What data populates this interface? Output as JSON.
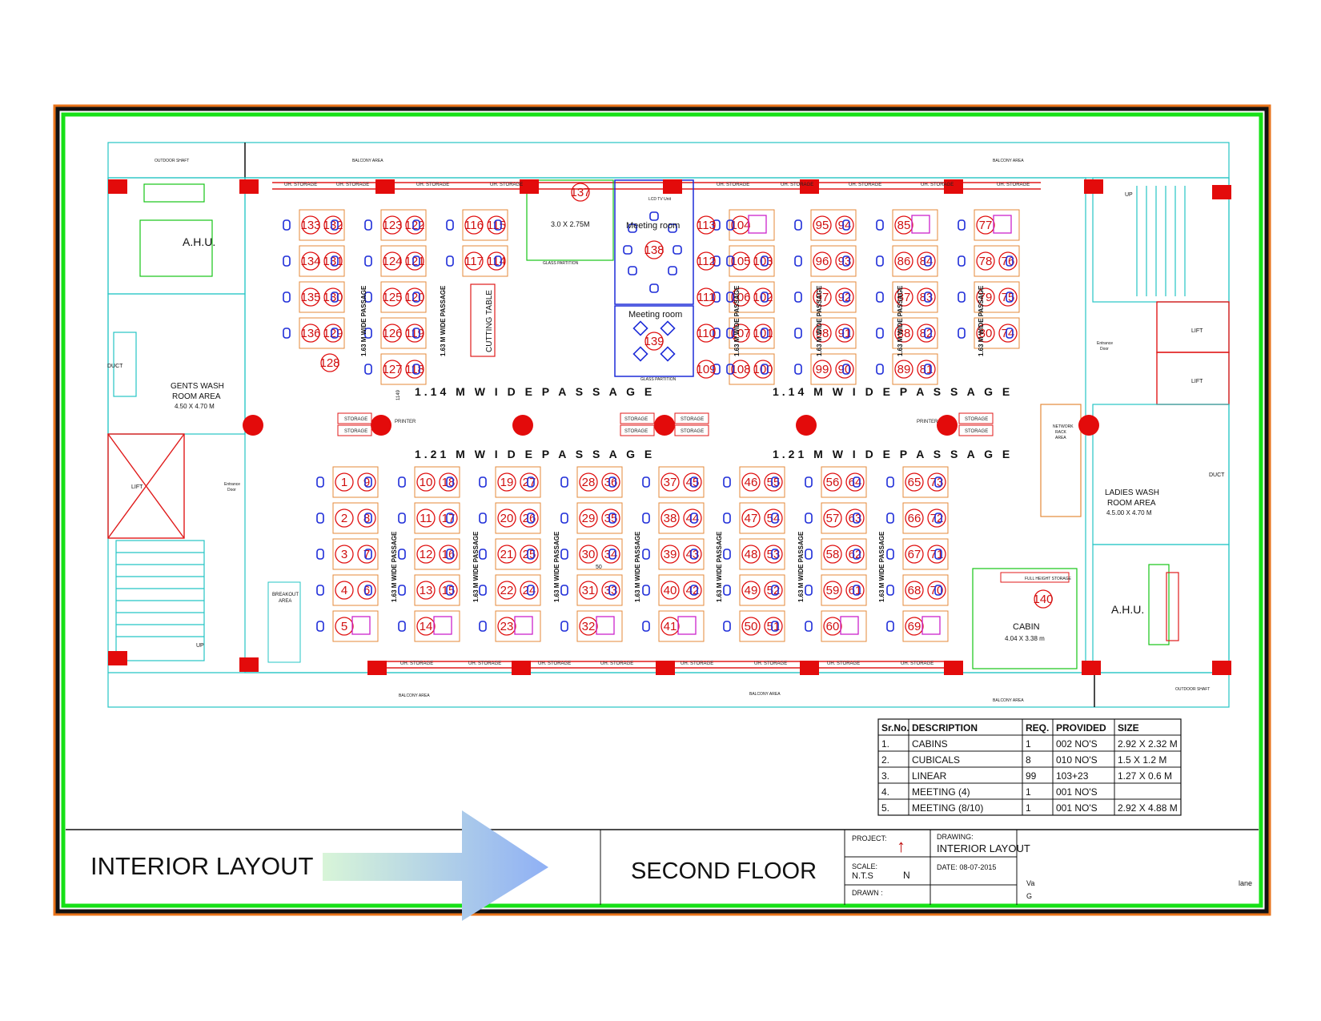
{
  "title_block": {
    "drawing_title": "INTERIOR LAYOUT",
    "floor": "SECOND FLOOR",
    "project_label": "PROJECT:",
    "drawing_label": "DRAWING:",
    "drawing_value": "INTERIOR LAYOUT",
    "scale_label": "SCALE:",
    "scale_value": "N.T.S",
    "north": "N",
    "date": "DATE: 08-07-2015",
    "drawn_label": "DRAWN :",
    "side_text_1": "Va",
    "side_text_2": "G",
    "side_text_3": "lane"
  },
  "schedule": {
    "headers": [
      "Sr.No.",
      "DESCRIPTION",
      "REQ.",
      "PROVIDED",
      "SIZE"
    ],
    "rows": [
      [
        "1.",
        "CABINS",
        "1",
        "002 NO'S",
        "2.92 X 2.32 M"
      ],
      [
        "2.",
        "CUBICALS",
        "8",
        "010 NO'S",
        "1.5 X 1.2 M"
      ],
      [
        "3.",
        "LINEAR",
        "99",
        "103+23",
        "1.27 X 0.6 M"
      ],
      [
        "4.",
        "MEETING (4)",
        "1",
        "001 NO'S",
        ""
      ],
      [
        "5.",
        "MEETING (8/10)",
        "1",
        "001 NO'S",
        "2.92 X 4.88 M"
      ]
    ]
  },
  "rooms": {
    "ahu_left": "A.H.U.",
    "ahu_right": "A.H.U.",
    "gents_wash": "GENTS WASH",
    "gents_wash_2": "ROOM AREA",
    "gents_size": "4.50 X 4.70 M",
    "ladies_wash": "LADIES  WASH",
    "ladies_wash_2": "ROOM AREA",
    "ladies_size": "4.5.00 X 4.70 M",
    "meeting_room_1": "Meeting room",
    "meeting_room_2": "Meeting room",
    "cabin": "CABIN",
    "cabin_size": "4.04 X 3.38 m",
    "room_137_size": "3.0  X 2.75M",
    "cutting_table": "CUTTING TABLE",
    "lift": "LIFT",
    "duct": "DUCT",
    "up": "UP",
    "breakout": "BREAKOUT",
    "breakout_2": "AREA",
    "entrance": "Entrance",
    "entrance_2": "Door",
    "outdoor_shaft": "OUTDOOR SHAFT",
    "balcony": "BALCONY AREA",
    "uh_storage": "UH. STORAGE",
    "storage": "STORAGE",
    "printer": "PRINTER",
    "network": "NETWORK",
    "network_2": "RACK",
    "network_3": "AREA",
    "full_height": "FULL HEIGHT STORAGE",
    "glass_partition": "GLASS PARTITION",
    "lcd": "LCD TV Unit",
    "dim_1149": "1149",
    "dim_50": "50"
  },
  "passages": {
    "p114": "1.14 M W I D E   P A S S A G E",
    "p121": "1.21 M W I D E   P A S S A G E",
    "p163": "1.63 M WIDE PASSAGE"
  },
  "seats": {
    "top_pairs": [
      [
        [
          "133",
          "132"
        ],
        [
          "134",
          "131"
        ],
        [
          "135",
          "130"
        ],
        [
          "136",
          "129"
        ]
      ],
      [
        [
          "123",
          "122"
        ],
        [
          "124",
          "121"
        ],
        [
          "125",
          "120"
        ],
        [
          "126",
          "119"
        ],
        [
          "127",
          "118"
        ]
      ],
      [
        [
          "116",
          "115"
        ],
        [
          "117",
          "114"
        ]
      ],
      [
        [
          "104",
          ""
        ],
        [
          "105",
          "103"
        ],
        [
          "106",
          "102"
        ],
        [
          "107",
          "101"
        ],
        [
          "108",
          "100"
        ]
      ],
      [
        [
          "95",
          "94"
        ],
        [
          "96",
          "93"
        ],
        [
          "97",
          "92"
        ],
        [
          "98",
          "91"
        ],
        [
          "99",
          "90"
        ]
      ],
      [
        [
          "85",
          ""
        ],
        [
          "86",
          "84"
        ],
        [
          "87",
          "83"
        ],
        [
          "88",
          "82"
        ],
        [
          "89",
          "81"
        ]
      ],
      [
        [
          "77",
          ""
        ],
        [
          "78",
          "76"
        ],
        [
          "79",
          "75"
        ],
        [
          "80",
          "74"
        ]
      ]
    ],
    "single_113_109": [
      "113",
      "112",
      "111",
      "110",
      "109"
    ],
    "single_128": "128",
    "single_137": "137",
    "single_138": "138",
    "single_139": "139",
    "single_140": "140",
    "bottom_pairs": [
      [
        [
          "1",
          "9"
        ],
        [
          "2",
          "8"
        ],
        [
          "3",
          "7"
        ],
        [
          "4",
          "6"
        ],
        [
          "5",
          ""
        ]
      ],
      [
        [
          "10",
          "18"
        ],
        [
          "11",
          "17"
        ],
        [
          "12",
          "16"
        ],
        [
          "13",
          "15"
        ],
        [
          "14",
          ""
        ]
      ],
      [
        [
          "19",
          "27"
        ],
        [
          "20",
          "26"
        ],
        [
          "21",
          "25"
        ],
        [
          "22",
          "24"
        ],
        [
          "23",
          ""
        ]
      ],
      [
        [
          "28",
          "36"
        ],
        [
          "29",
          "35"
        ],
        [
          "30",
          "34"
        ],
        [
          "31",
          "33"
        ],
        [
          "32",
          ""
        ]
      ],
      [
        [
          "37",
          "45"
        ],
        [
          "38",
          "44"
        ],
        [
          "39",
          "43"
        ],
        [
          "40",
          "42"
        ],
        [
          "41",
          ""
        ]
      ],
      [
        [
          "46",
          "55"
        ],
        [
          "47",
          "54"
        ],
        [
          "48",
          "53"
        ],
        [
          "49",
          "52"
        ],
        [
          "50",
          "51"
        ]
      ],
      [
        [
          "56",
          "64"
        ],
        [
          "57",
          "63"
        ],
        [
          "58",
          "62"
        ],
        [
          "59",
          "61"
        ],
        [
          "60",
          ""
        ]
      ],
      [
        [
          "65",
          "73"
        ],
        [
          "66",
          "72"
        ],
        [
          "67",
          "71"
        ],
        [
          "68",
          "70"
        ],
        [
          "69",
          ""
        ]
      ]
    ]
  },
  "colors": {
    "frame_orange": "#e8731a",
    "frame_green": "#16e016",
    "seat_red": "#d01010",
    "chair_blue": "#1d2cd8",
    "wall_cyan": "#25c5c5",
    "desk_orange": "#e48a3a",
    "column_red": "#e30b0b"
  }
}
